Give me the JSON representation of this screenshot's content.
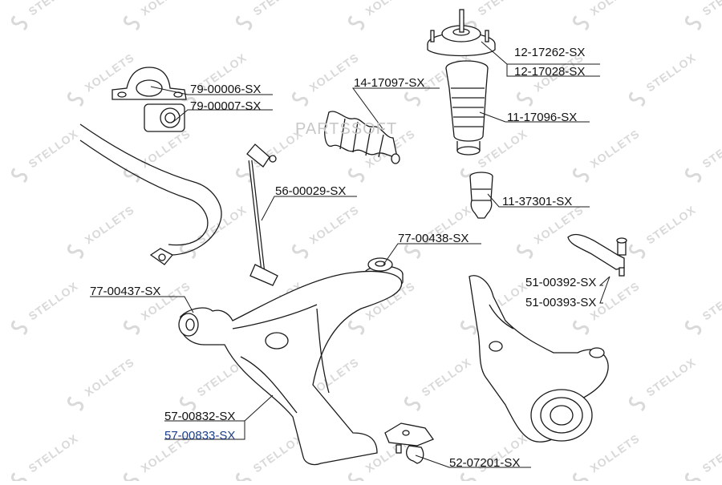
{
  "watermark": {
    "brand_text": "STELLOX",
    "overlay_text": "PARTSSOFT"
  },
  "parts": [
    {
      "id": "top_mount_a",
      "label": "12-17262-SX"
    },
    {
      "id": "top_mount_b",
      "label": "12-17028-SX"
    },
    {
      "id": "bushing_bracket",
      "label": "79-00006-SX"
    },
    {
      "id": "bushing",
      "label": "79-00007-SX"
    },
    {
      "id": "steering_boot",
      "label": "14-17097-SX"
    },
    {
      "id": "dust_boot",
      "label": "11-17096-SX"
    },
    {
      "id": "stabilizer_link",
      "label": "56-00029-SX"
    },
    {
      "id": "bump_stop",
      "label": "11-37301-SX"
    },
    {
      "id": "rear_arm_bushing",
      "label": "77-00438-SX"
    },
    {
      "id": "tie_rod_end_a",
      "label": "51-00392-SX"
    },
    {
      "id": "tie_rod_end_b",
      "label": "51-00393-SX"
    },
    {
      "id": "front_arm_bushing",
      "label": "77-00437-SX"
    },
    {
      "id": "control_arm_a",
      "label": "57-00832-SX"
    },
    {
      "id": "control_arm_b",
      "label": "57-00833-SX"
    },
    {
      "id": "ball_joint",
      "label": "52-07201-SX"
    }
  ],
  "colors": {
    "line": "#1a1a1a",
    "part_fill": "#ffffff",
    "alt_label": "#1a3f8f",
    "watermark": "#d9d9d9"
  }
}
